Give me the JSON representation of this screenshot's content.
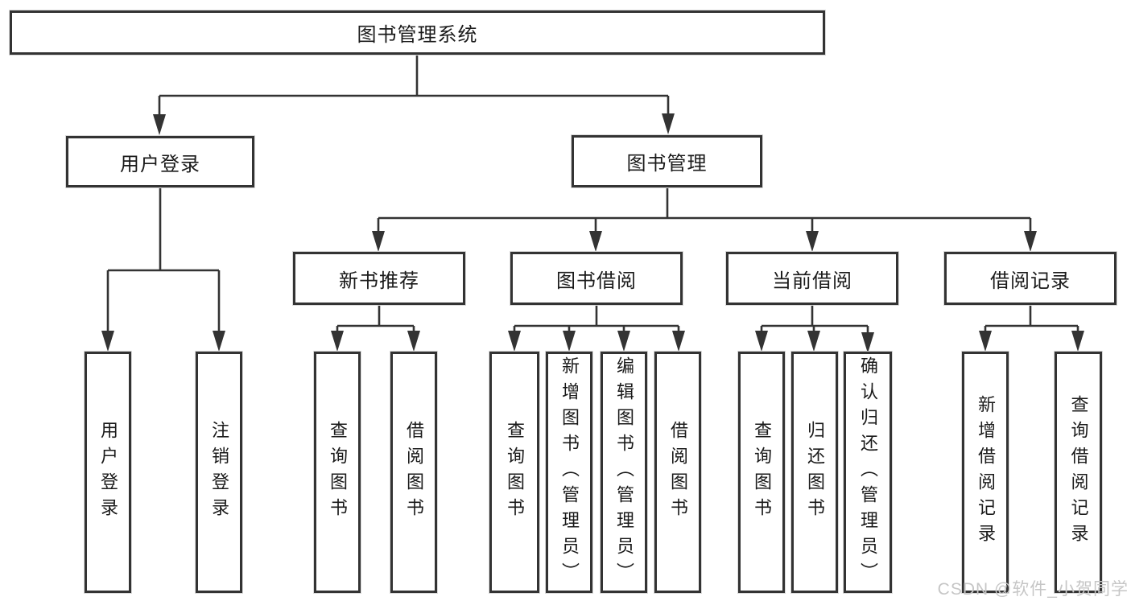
{
  "tree": {
    "root": "图书管理系统",
    "branches": [
      {
        "label": "用户登录",
        "leaves": [
          "用户登录",
          "注销登录"
        ]
      },
      {
        "label": "图书管理",
        "groups": [
          {
            "label": "新书推荐",
            "leaves": [
              "查询图书",
              "借阅图书"
            ]
          },
          {
            "label": "图书借阅",
            "leaves": [
              "查询图书",
              "新增图书（管理员）",
              "编辑图书（管理员）",
              "借阅图书"
            ]
          },
          {
            "label": "当前借阅",
            "leaves": [
              "查询图书",
              "归还图书",
              "确认归还（管理员）"
            ]
          },
          {
            "label": "借阅记录",
            "leaves": [
              "新增借阅记录",
              "查询借阅记录"
            ]
          }
        ]
      }
    ]
  },
  "watermark": {
    "text": "CSDN @软件_小贺同学",
    "color": "#c6c6c6"
  },
  "colors": {
    "background": "#ffffff",
    "line": "#333333",
    "box_border": "#333333",
    "text": "#1a1a1a"
  }
}
